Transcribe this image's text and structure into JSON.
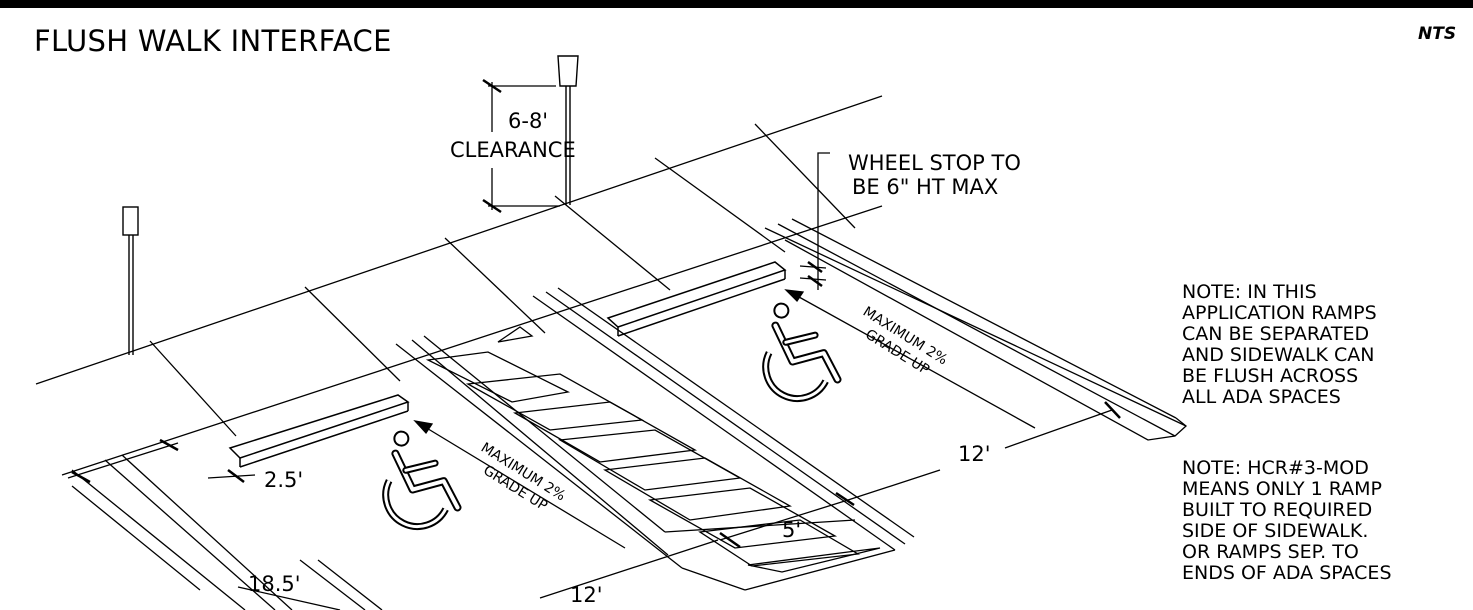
{
  "title": "FLUSH WALK INTERFACE",
  "scale_note": "NTS",
  "labels": {
    "clearance_value": "6-8'",
    "clearance_text": "CLEARANCE",
    "wheel_stop_line1": "WHEEL STOP TO",
    "wheel_stop_line2": "BE 6\" HT MAX",
    "grade_line1": "MAXIMUM 2%",
    "grade_line2": "GRADE UP"
  },
  "dimensions": {
    "stall_depth": "18.5'",
    "stall_width_left": "12'",
    "stall_width_right": "12'",
    "aisle_width": "5'",
    "wheel_stop_setback": "2.5'"
  },
  "notes": [
    "NOTE: IN THIS\nAPPLICATION RAMPS\nCAN BE SEPARATED\nAND SIDEWALK CAN\nBE FLUSH ACROSS\nALL ADA SPACES",
    "NOTE: HCR#3-MOD\nMEANS ONLY 1 RAMP\nBUILT TO REQUIRED\nSIDE OF SIDEWALK.\nOR RAMPS SEP. TO\nENDS OF ADA SPACES"
  ],
  "icons": [
    "accessibility-symbol-icon",
    "sign-post-icon",
    "wheel-stop-icon"
  ]
}
